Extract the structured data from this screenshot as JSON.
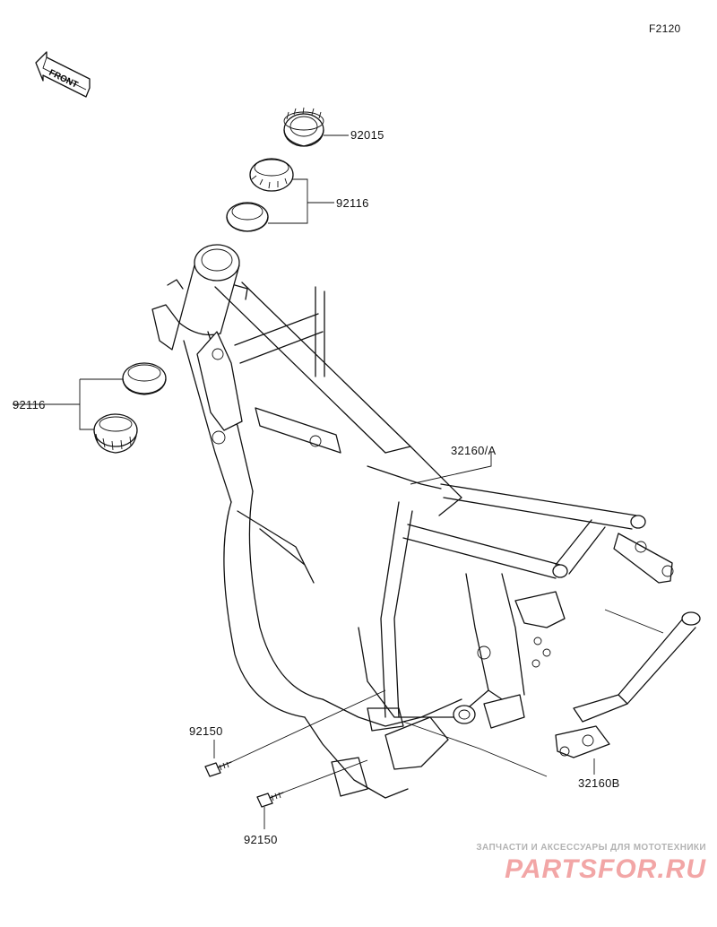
{
  "diagram_code": "F2120",
  "front_label": "FRONT",
  "labels": {
    "p92015": "92015",
    "p92116_a": "92116",
    "p92116_b": "92116",
    "p32160a": "32160/A",
    "p32160b": "32160B",
    "p92150_a": "92150",
    "p92150_b": "92150"
  },
  "watermark": {
    "tagline": "ЗАПЧАСТИ И АКСЕССУАРЫ ДЛЯ МОТОТЕХНИКИ",
    "logo": "PARTSFOR.RU"
  },
  "colors": {
    "line": "#111111",
    "watermark_logo": "#f2a6a6",
    "watermark_tag": "#b3b3b3"
  }
}
